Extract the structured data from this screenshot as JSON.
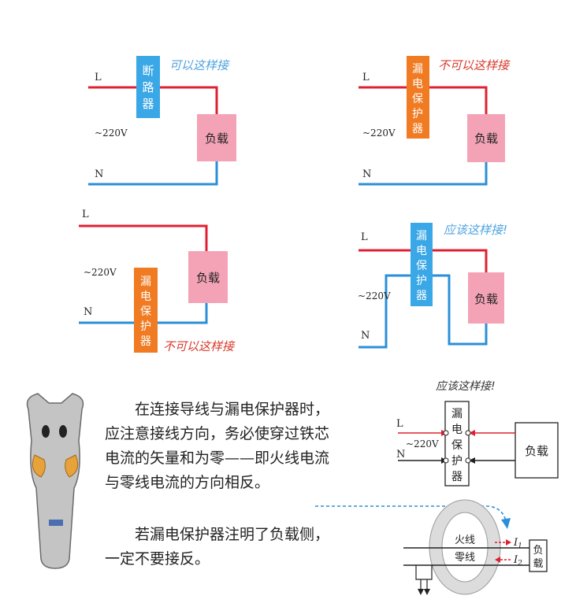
{
  "diagrams": {
    "d1": {
      "live_label": "L",
      "voltage_label": "~220V",
      "neutral_label": "N",
      "device_label": "断路器",
      "load_label": "负载",
      "caption": "可以这样接",
      "colors": {
        "device": "#3aa7e6",
        "load": "#f4a3b6",
        "caption": "#4fa3e0"
      }
    },
    "d2": {
      "live_label": "L",
      "voltage_label": "~220V",
      "neutral_label": "N",
      "device_label": "漏电保护器",
      "load_label": "负载",
      "caption": "不可以这样接",
      "colors": {
        "device": "#f07b22",
        "load": "#f4a3b6",
        "caption": "#d83a2c"
      }
    },
    "d3": {
      "live_label": "L",
      "voltage_label": "~220V",
      "neutral_label": "N",
      "device_label": "漏电保护器",
      "load_label": "负载",
      "caption": "不可以这样接",
      "colors": {
        "device": "#f07b22",
        "load": "#f4a3b6",
        "caption": "#d83a2c"
      }
    },
    "d4": {
      "live_label": "L",
      "voltage_label": "~220V",
      "neutral_label": "N",
      "device_label": "漏电保护器",
      "load_label": "负载",
      "caption": "应该这样接!",
      "colors": {
        "device": "#3aa7e6",
        "load": "#f4a3b6",
        "caption": "#4fa3e0"
      }
    },
    "schematic": {
      "caption": "应该这样接!",
      "live_label": "L",
      "neutral_label": "N",
      "voltage_label": "~220V",
      "device_label": "漏电保护器",
      "load_label": "负载"
    },
    "core": {
      "live_wire_label": "火线",
      "neutral_wire_label": "零线",
      "current1_label": "I",
      "current1_sub": "1",
      "current2_label": "I",
      "current2_sub": "2",
      "load_label": "负载"
    }
  },
  "text": {
    "paragraph1": "在连接导线与漏电保护器时，应注意接线方向，务必使穿过铁芯电流的矢量和为零——即火线电流与零线电流的方向相反。",
    "paragraph2": "若漏电保护器注明了负载侧，一定不要接反。"
  },
  "colors": {
    "live_wire": "#e02030",
    "neutral_wire": "#2a8fd8",
    "arrow_dashed": "#2a8fd8",
    "mascot": "#b8b8b8"
  }
}
